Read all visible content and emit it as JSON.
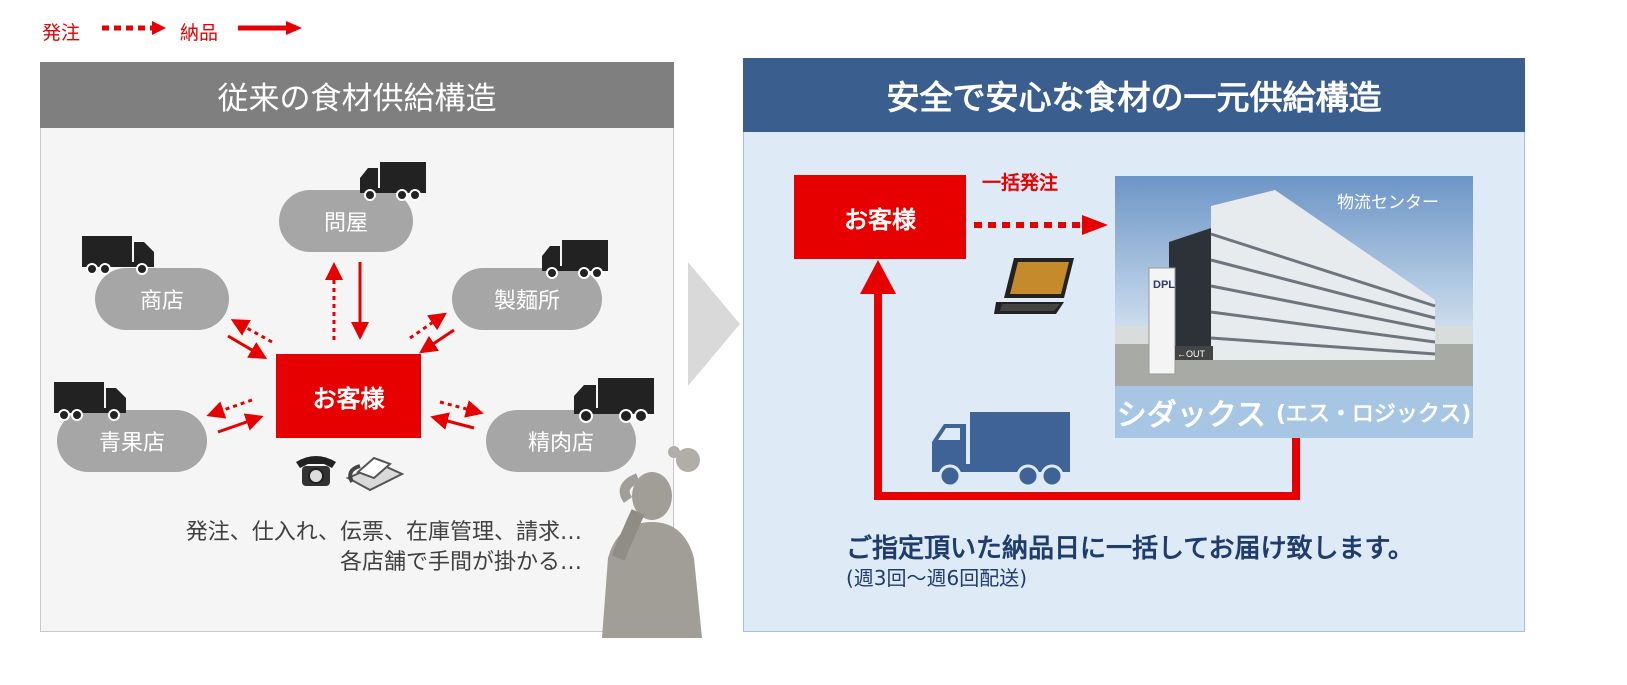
{
  "legend": {
    "order_label": "発注",
    "delivery_label": "納品"
  },
  "left": {
    "title": "従来の食材供給構造",
    "nodes": {
      "wholesaler": "問屋",
      "shop": "商店",
      "noodle_factory": "製麺所",
      "greengrocer": "青果店",
      "butcher": "精肉店"
    },
    "customer": "お客様",
    "note_line1": "発注、仕入れ、伝票、在庫管理、請求…",
    "note_line2": "各店舗で手間が掛かる…"
  },
  "right": {
    "title": "安全で安心な食材の一元供給構造",
    "customer": "お客様",
    "bulk_order_label": "一括発注",
    "photo_label": "物流センター",
    "sign_text": "DPL",
    "sign_out": "←OUT",
    "company_name": "シダックス",
    "company_sub": "(エス・ロジックス)",
    "message": "ご指定頂いた納品日に一括してお届け致します。",
    "frequency": "(週3回～週6回配送)"
  },
  "colors": {
    "red": "#e60000",
    "left_header": "#7f7f7f",
    "right_header": "#3a5f8f",
    "pill": "#a6a6a6",
    "right_bg": "#deebf6",
    "truck_blue": "#3f6397"
  },
  "icons": [
    "truck-icon",
    "telephone-icon",
    "fax-icon",
    "laptop-icon",
    "thinking-person-silhouette",
    "chevron-right-icon"
  ]
}
